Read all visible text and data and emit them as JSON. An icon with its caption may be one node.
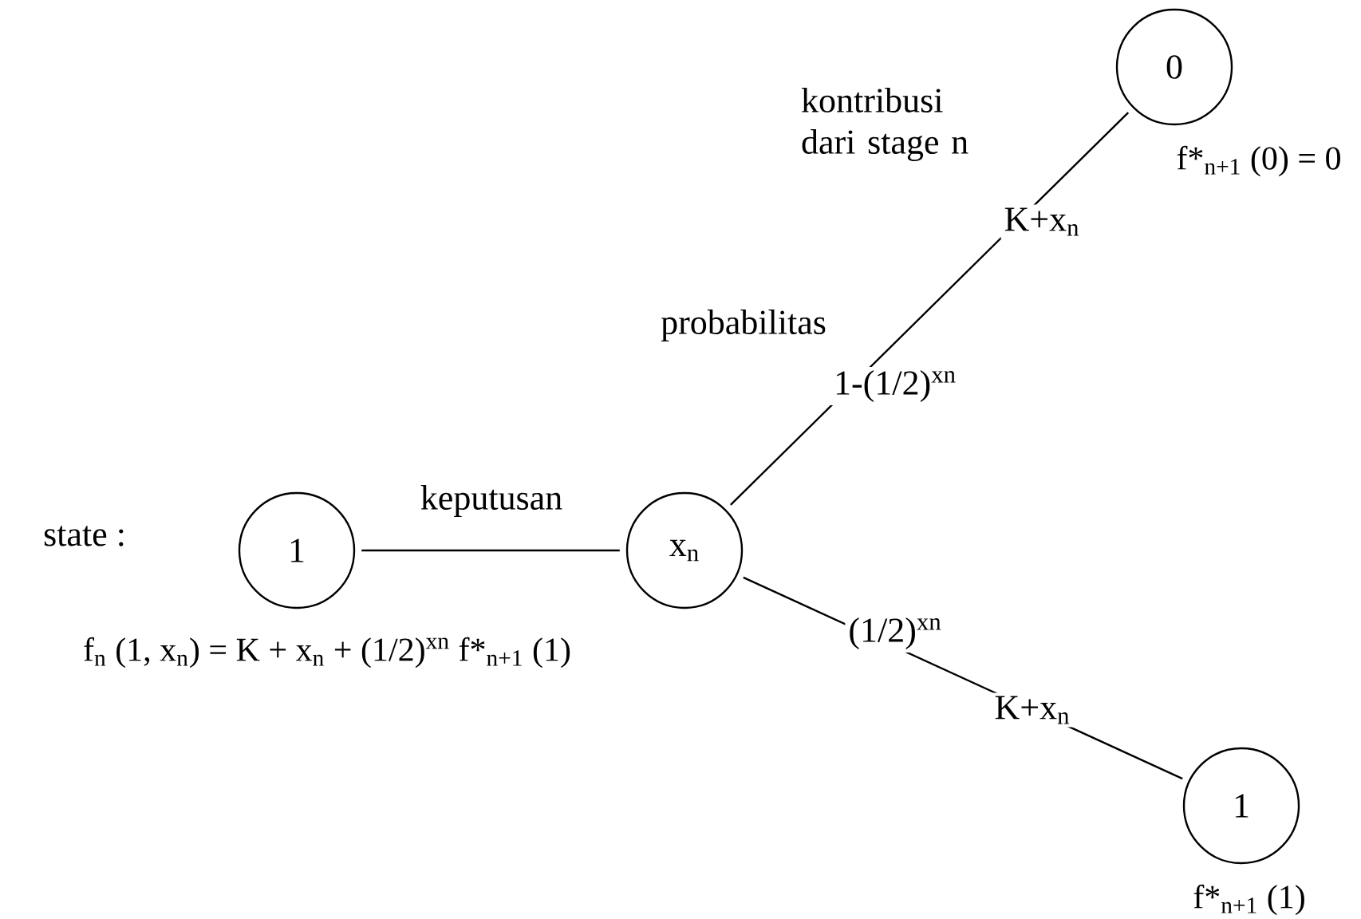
{
  "diagram": {
    "nodes": [
      {
        "text": [
          "1"
        ],
        "beside": [
          "f$_{n}$ (1, x$_{n}$) = K + x$_{n}$ + (1/2)$^{xn}$ f*$_{n+1}$ (1)"
        ]
      },
      {
        "text": [
          "x$_{n}$"
        ]
      },
      {
        "text": [
          "0"
        ],
        "beside": [
          "f*$_{n+1}$ (0) = 0"
        ]
      },
      {
        "text": [
          "1"
        ],
        "beside": [
          "f*$_{n+1}$ (1)"
        ]
      }
    ],
    "edges": [
      {
        "from": 0,
        "to": 1,
        "arrow": "none",
        "label": "keputusan"
      },
      {
        "from": 1,
        "to": 2,
        "arrow": "none",
        "label": "1-(1/2)$^{xn}$"
      },
      {
        "from": 1,
        "to": 3,
        "arrow": "none",
        "label": "(1/2)$^{xn}$"
      }
    ],
    "labels": [
      "state :",
      "kontribusi dari stage n",
      "probabilitas",
      "K+x$_{n}$",
      "K+x$_{n}$"
    ]
  }
}
